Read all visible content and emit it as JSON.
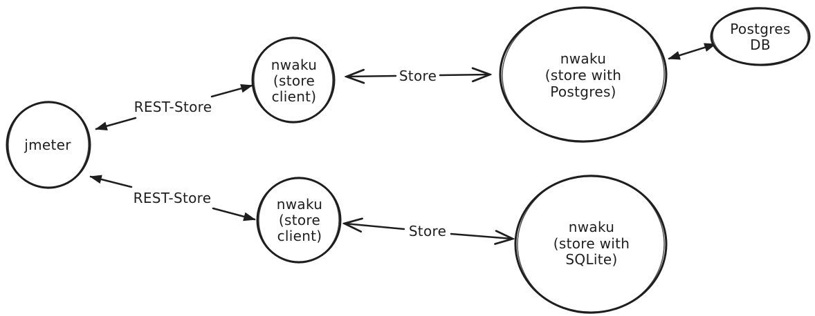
{
  "diagram": {
    "background_color": "#ffffff",
    "stroke_color": "#1e1e1e",
    "nodes": {
      "jmeter": {
        "label": "jmeter"
      },
      "client_top": {
        "lines": [
          "nwaku",
          "(store",
          "client)"
        ]
      },
      "client_bottom": {
        "lines": [
          "nwaku",
          "(store",
          "client)"
        ]
      },
      "store_postgres": {
        "lines": [
          "nwaku",
          "(store with",
          "Postgres)"
        ]
      },
      "postgres_db": {
        "lines": [
          "Postgres",
          "DB"
        ]
      },
      "store_sqlite": {
        "lines": [
          "nwaku",
          "(store with",
          "SQLite)"
        ]
      }
    },
    "edges": {
      "rest_store_top": {
        "label": "REST-Store",
        "style": "double-arrow-filled"
      },
      "rest_store_bottom": {
        "label": "REST-Store",
        "style": "double-arrow-filled"
      },
      "store_top": {
        "label": "Store",
        "style": "double-arrow-open"
      },
      "store_bottom": {
        "label": "Store",
        "style": "double-arrow-open"
      },
      "postgres_link": {
        "style": "double-arrow-filled"
      }
    }
  }
}
